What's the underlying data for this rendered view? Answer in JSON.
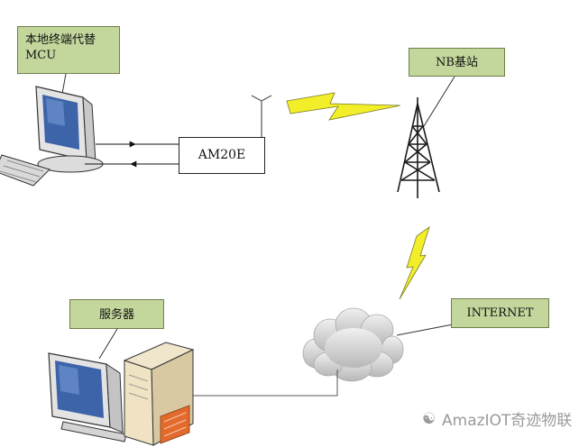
{
  "labels": {
    "terminal": "本地终端代替MCU",
    "nb_station": "NB基站",
    "module": "AM20E",
    "server": "服务器",
    "internet": "INTERNET"
  },
  "watermark": {
    "icon": "wechat-icon",
    "text": "AmazIOT奇迹物联"
  },
  "colors": {
    "callout_fill": "#c3d69b",
    "lightning": "#f3ee2a",
    "cloud": "#d4d4d4",
    "line": "#333333"
  }
}
